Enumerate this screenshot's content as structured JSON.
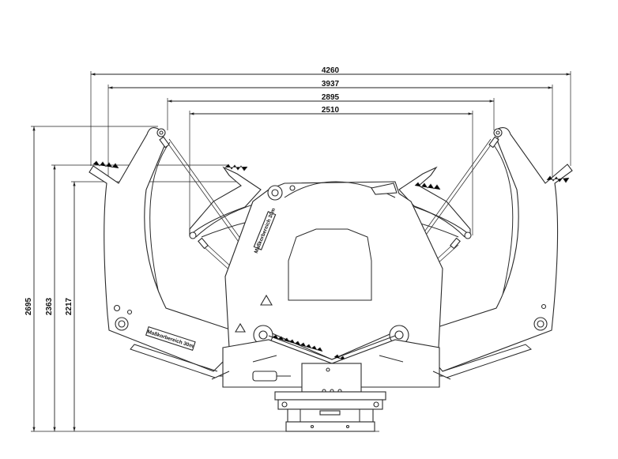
{
  "dimensions": {
    "horizontal": [
      "4260",
      "3937",
      "2895",
      "2510"
    ],
    "vertical": [
      "2695",
      "2363",
      "2217"
    ]
  },
  "labels": {
    "left_plate": "Maßkorbereich 30m",
    "center_plate": "Maßkorbereich 30m"
  },
  "colors": {
    "line": "#2a2a2a",
    "background": "#ffffff"
  }
}
